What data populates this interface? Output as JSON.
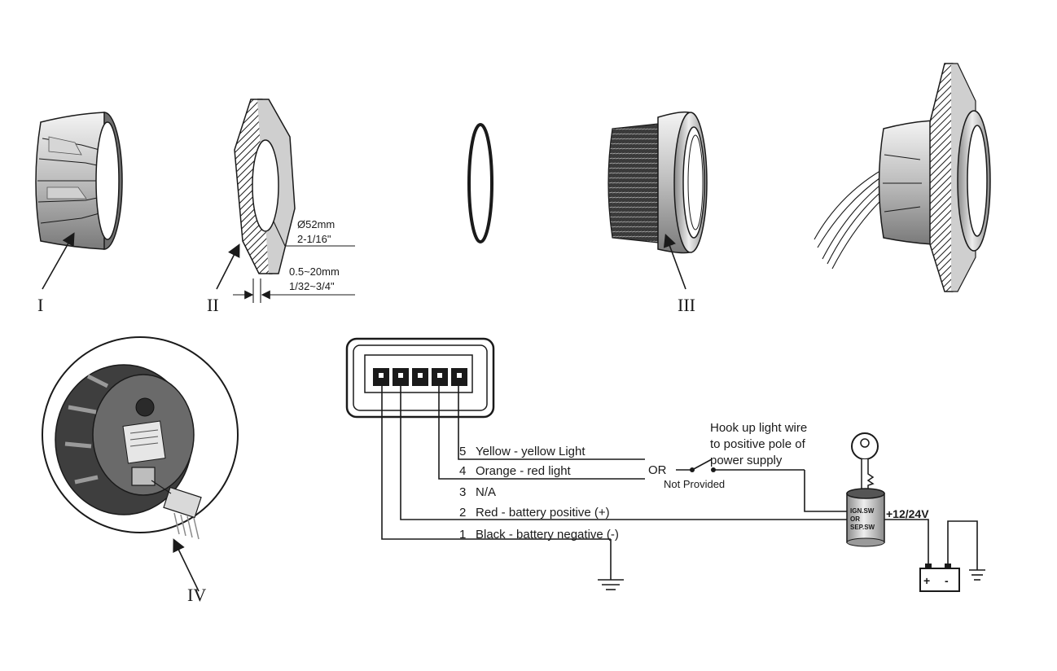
{
  "parts": {
    "label_1": "I",
    "label_2": "II",
    "label_3": "III",
    "label_4": "IV"
  },
  "dimensions": {
    "hole_mm": "Ø52mm",
    "hole_in": "2-1/16\"",
    "panel_mm": "0.5~20mm",
    "panel_in": "1/32~3/4\""
  },
  "wires": [
    {
      "pin": "5",
      "label": "Yellow - yellow Light"
    },
    {
      "pin": "4",
      "label": "Orange - red light"
    },
    {
      "pin": "3",
      "label": "N/A"
    },
    {
      "pin": "2",
      "label": "Red - battery positive (+)"
    },
    {
      "pin": "1",
      "label": "Black - battery negative (-)"
    }
  ],
  "switch": {
    "or": "OR",
    "not_provided": "Not  Provided"
  },
  "note": {
    "line1": "Hook up light wire",
    "line2": "to positive pole of",
    "line3": "power supply"
  },
  "ignition": {
    "line1": "IGN.SW",
    "line2": "OR",
    "line3": "SEP.SW"
  },
  "supply": {
    "voltage": "+12/24V",
    "plus": "+",
    "minus": "-"
  }
}
